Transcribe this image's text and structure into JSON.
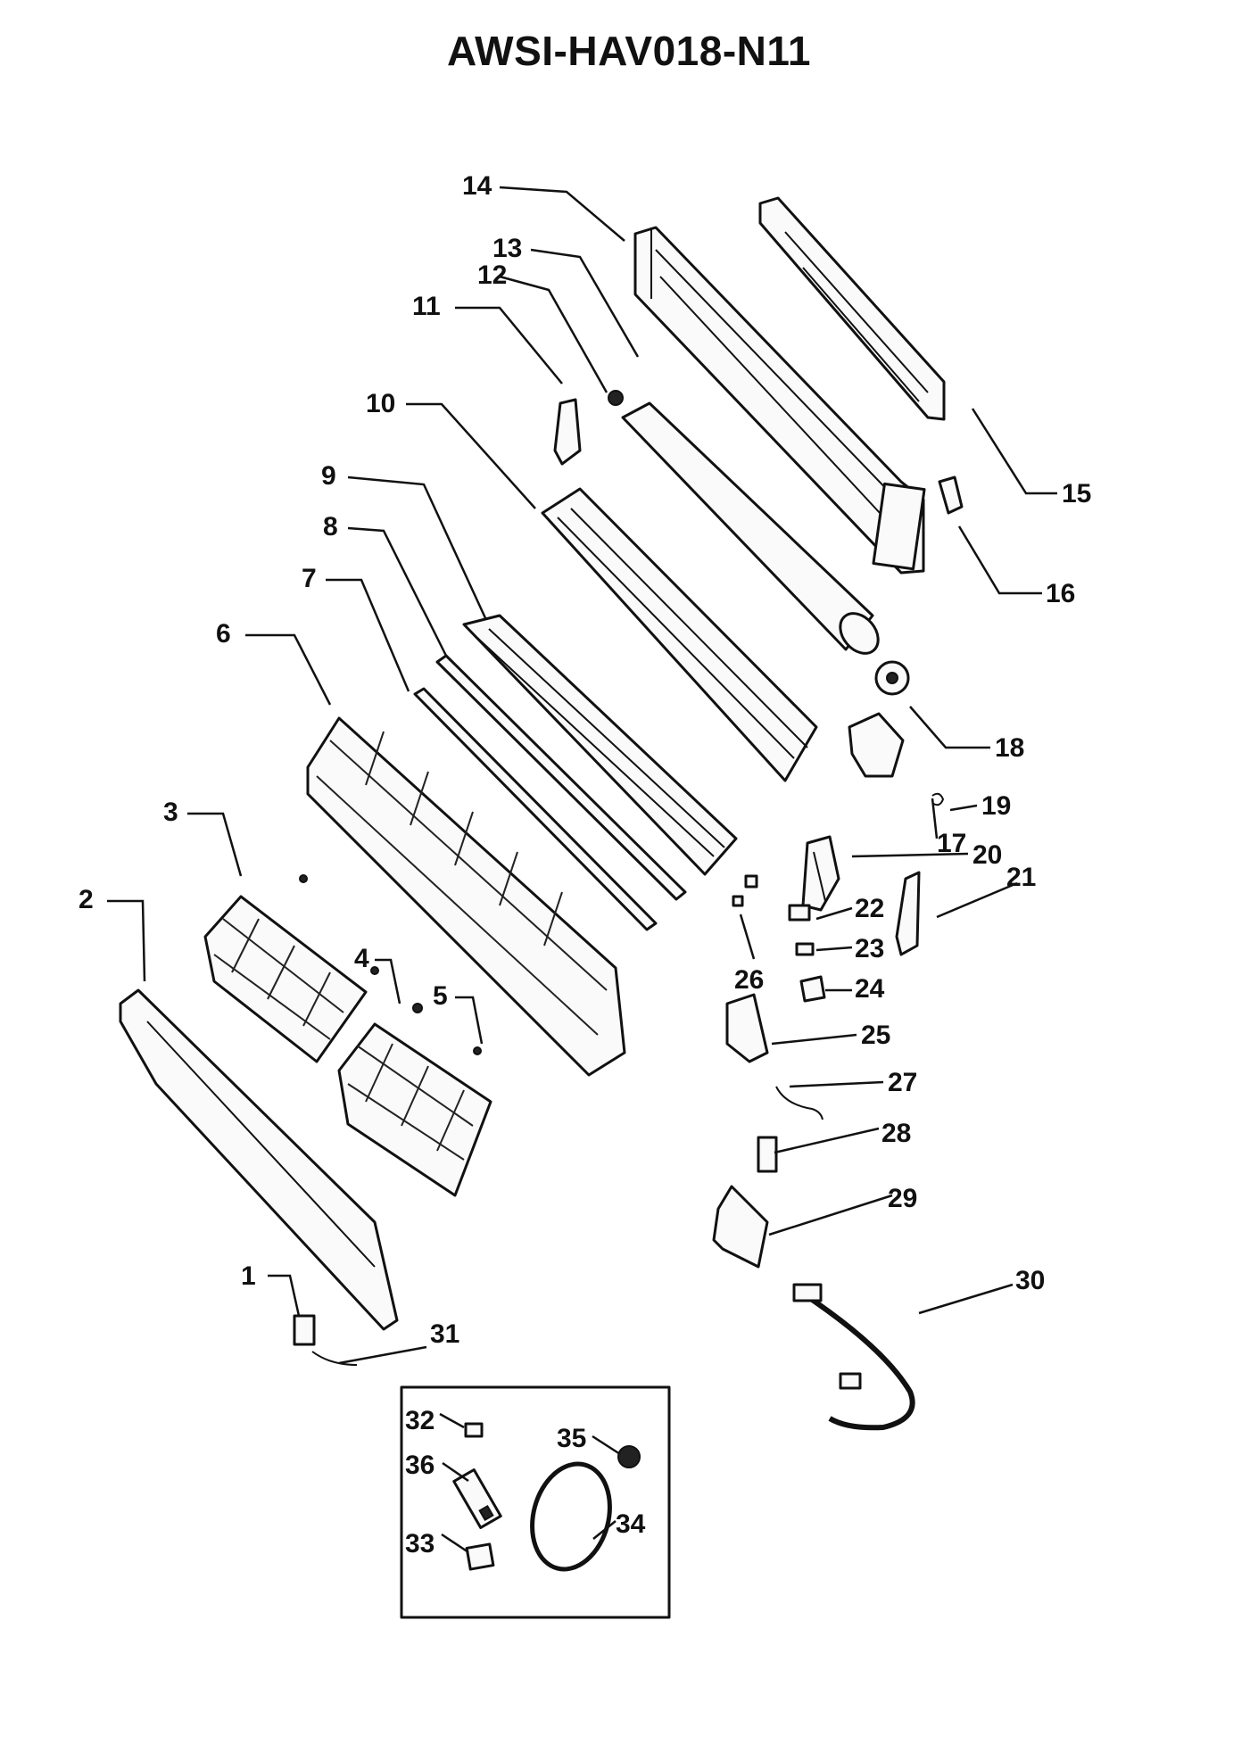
{
  "title": "AWSI-HAV018-N11",
  "labels": {
    "p1": "1",
    "p2": "2",
    "p3": "3",
    "p4": "4",
    "p5": "5",
    "p6": "6",
    "p7": "7",
    "p8": "8",
    "p9": "9",
    "p10": "10",
    "p11": "11",
    "p12": "12",
    "p13": "13",
    "p14": "14",
    "p15": "15",
    "p16": "16",
    "p17": "17",
    "p18": "18",
    "p19": "19",
    "p20": "20",
    "p21": "21",
    "p22": "22",
    "p23": "23",
    "p24": "24",
    "p25": "25",
    "p26": "26",
    "p27": "27",
    "p28": "28",
    "p29": "29",
    "p30": "30",
    "p31": "31",
    "p32": "32",
    "p33": "33",
    "p34": "34",
    "p35": "35",
    "p36": "36"
  }
}
